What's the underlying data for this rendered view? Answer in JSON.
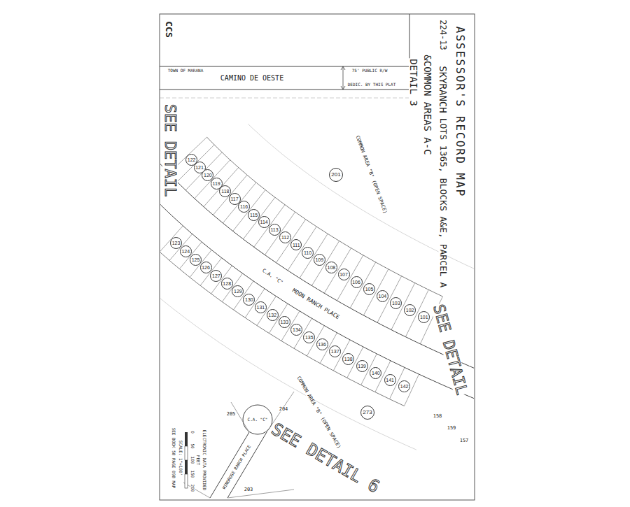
{
  "diagram": {
    "title": "ASSESSOR'S RECORD MAP",
    "nodes": [
      {
        "text": [
          "101"
        ]
      },
      {
        "text": [
          "102"
        ]
      },
      {
        "text": [
          "103"
        ]
      },
      {
        "text": [
          "104"
        ]
      },
      {
        "text": [
          "105"
        ]
      },
      {
        "text": [
          "106"
        ]
      },
      {
        "text": [
          "107"
        ]
      },
      {
        "text": [
          "108"
        ]
      },
      {
        "text": [
          "109"
        ]
      },
      {
        "text": [
          "110"
        ]
      },
      {
        "text": [
          "111"
        ]
      },
      {
        "text": [
          "112"
        ]
      },
      {
        "text": [
          "113"
        ]
      },
      {
        "text": [
          "114"
        ]
      },
      {
        "text": [
          "115"
        ]
      },
      {
        "text": [
          "116"
        ]
      },
      {
        "text": [
          "117"
        ]
      },
      {
        "text": [
          "118"
        ]
      },
      {
        "text": [
          "119"
        ]
      },
      {
        "text": [
          "120"
        ]
      },
      {
        "text": [
          "121"
        ]
      },
      {
        "text": [
          "122"
        ]
      },
      {
        "text": [
          "123"
        ]
      },
      {
        "text": [
          "124"
        ]
      },
      {
        "text": [
          "125"
        ]
      },
      {
        "text": [
          "126"
        ]
      },
      {
        "text": [
          "127"
        ]
      },
      {
        "text": [
          "128"
        ]
      },
      {
        "text": [
          "129"
        ]
      },
      {
        "text": [
          "130"
        ]
      },
      {
        "text": [
          "131"
        ]
      },
      {
        "text": [
          "132"
        ]
      },
      {
        "text": [
          "133"
        ]
      },
      {
        "text": [
          "134"
        ]
      },
      {
        "text": [
          "135"
        ]
      },
      {
        "text": [
          "136"
        ]
      },
      {
        "text": [
          "137"
        ]
      },
      {
        "text": [
          "138"
        ]
      },
      {
        "text": [
          "139"
        ]
      },
      {
        "text": [
          "140"
        ]
      },
      {
        "text": [
          "141"
        ]
      },
      {
        "text": [
          "142"
        ]
      },
      {
        "text": [
          "201"
        ]
      },
      {
        "text": [
          "273"
        ]
      }
    ],
    "labels": [
      "224-13",
      "SKYRANCH",
      "LOTS 1365, BLOCKS A&E, PARCEL A",
      "&COMMON AREAS A-C",
      "DETAIL 3",
      "CCS",
      "TOWN OF MARANA",
      "CAMINO DE OESTE",
      "75' PUBLIC R/W",
      "DEDIC. BY THIS PLAT",
      "SEE DETAIL",
      "SEE DETAIL",
      "SEE DETAIL 6",
      "COMMON AREA \"B\" (OPEN SPACE)",
      "COMMON AREA \"B\" (OPEN SPACE)",
      "MOON RANCH PLACE",
      "C.A. \"C\"",
      "WINDROSE RANCH PLACE",
      "C.A. \"C\"",
      "205",
      "204",
      "203",
      "158",
      "159",
      "157",
      "SEE BOOK 58 PAGE 098 MAP",
      "SCALE: 1\"=100'",
      "0",
      "50",
      "100",
      "150",
      "200",
      "FEET",
      "ELECTRONIC DATA PROVIDED"
    ]
  }
}
